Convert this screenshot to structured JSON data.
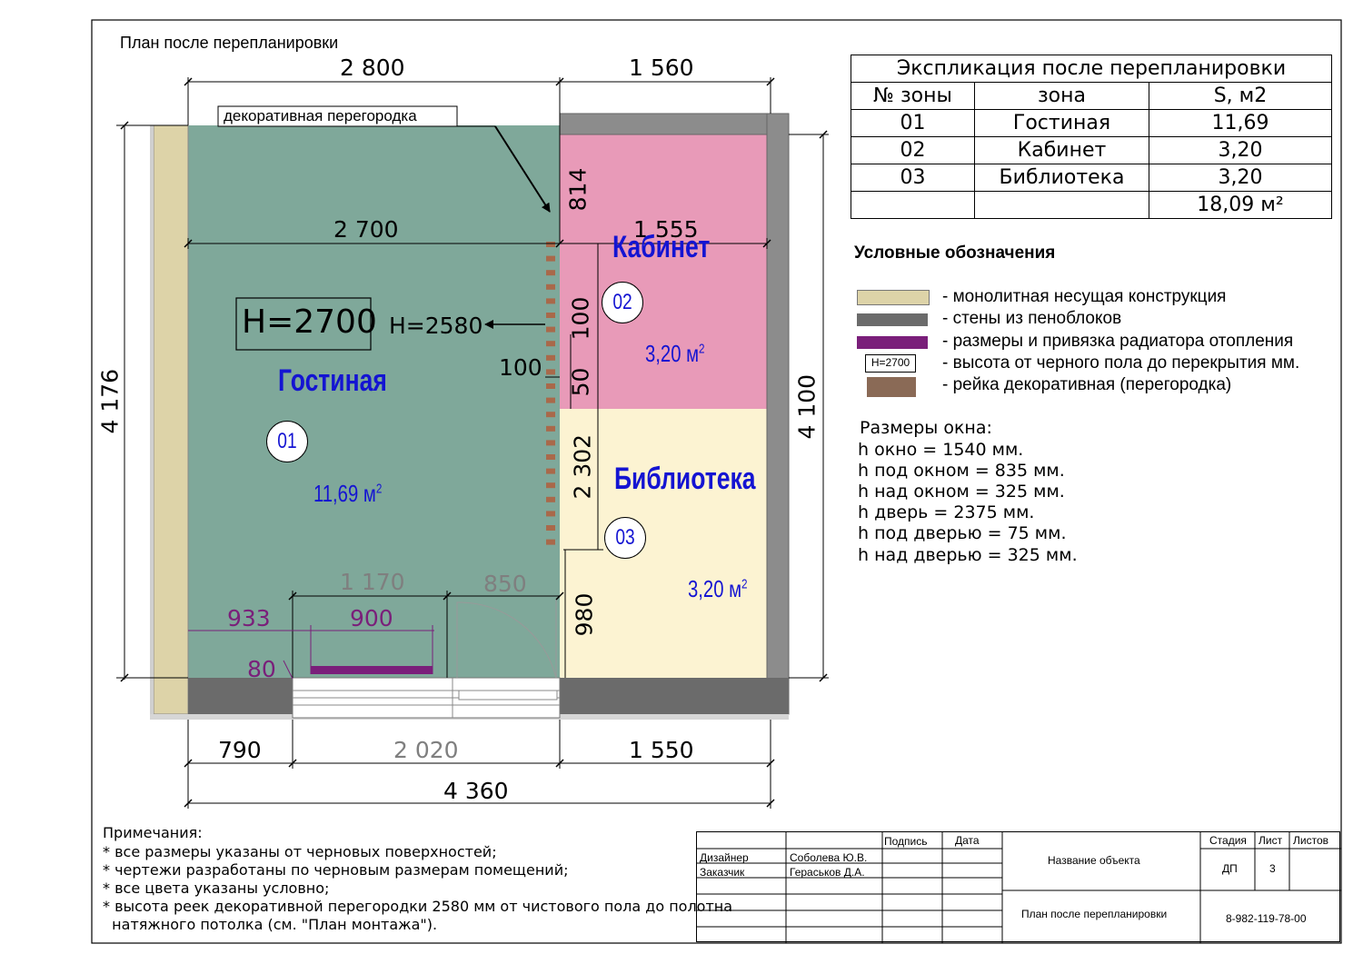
{
  "page_title": "План после перепланировки",
  "callouts": {
    "partition": "декоративная перегородка",
    "h_main": "H=2700",
    "h_partition": "H=2580"
  },
  "rooms": [
    {
      "name": "Гостиная",
      "num": "01",
      "area": "11,69 м",
      "area_sup": "2"
    },
    {
      "name": "Кабинет",
      "num": "02",
      "area": "3,20 м",
      "area_sup": "2"
    },
    {
      "name": "Библиотека",
      "num": "03",
      "area": "3,20 м",
      "area_sup": "2"
    }
  ],
  "dimensions": {
    "top_left": "2 800",
    "top_right": "1 560",
    "inner_width": "2 700",
    "cabinet_width": "1 555",
    "left_height": "4 176",
    "right_height": "4 100",
    "d814": "814",
    "d100a": "100",
    "d100b": "100",
    "d50": "50",
    "d2302": "2 302",
    "d980": "980",
    "d1170": "1 170",
    "d850": "850",
    "d933": "933",
    "d900": "900",
    "d80": "80",
    "bottom_790": "790",
    "bottom_2020": "2 020",
    "bottom_1550": "1 550",
    "bottom_total": "4 360"
  },
  "explication": {
    "title": "Экспликация после перепланировки",
    "headers": [
      "№ зоны",
      "зона",
      "S, м2"
    ],
    "rows": [
      [
        "01",
        "Гостиная",
        "11,69"
      ],
      [
        "02",
        "Кабинет",
        "3,20"
      ],
      [
        "03",
        "Библиотека",
        "3,20"
      ]
    ],
    "total": "18,09 м²"
  },
  "legend": {
    "title": "Условные обозначения",
    "sample_label": "H=2700",
    "items": [
      {
        "label": "- монолитная несущая конструкция",
        "color": "#ddd3a8"
      },
      {
        "label": "- стены из пеноблоков",
        "color": "#6b6b6b"
      },
      {
        "label": "- размеры и привязка радиатора отопления",
        "color": "#7a1f7a"
      },
      {
        "label": "- высота от черного пола до перекрытия мм.",
        "color": "#ffffff"
      },
      {
        "label": "- рейка декоративная (перегородка)",
        "color": "#8a6a56"
      }
    ]
  },
  "window_sizes": [
    "Размеры окна:",
    "h окно = 1540 мм.",
    "h под окном = 835 мм.",
    "h над окном = 325 мм.",
    "h дверь = 2375 мм.",
    "h под дверью = 75 мм.",
    "h над дверью = 325 мм."
  ],
  "notes": [
    "Примечания:",
    "* все размеры указаны от черновых поверхностей;",
    "* чертежи разработаны по черновым размерам помещений;",
    "* все цвета указаны условно;",
    "* высота реек декоративной перегородки 2580 мм от чистового пола до полотна",
    "  натяжного потолка (см. \"План монтажа\")."
  ],
  "stamp": {
    "podpis": "Подпись",
    "data": "Дата",
    "designer_label": "Дизайнер",
    "designer": "Соболева Ю.В.",
    "customer_label": "Заказчик",
    "customer": "Гераськов Д.А.",
    "object_name": "Название объекта",
    "sheet_title": "План после перепланировки",
    "stage_label": "Стадия",
    "sheet_label": "Лист",
    "sheets_label": "Листов",
    "stage": "ДП",
    "sheet": "3",
    "code": "8-982-119-78-00"
  },
  "colors": {
    "living": "#7fa89a",
    "cabinet": "#e89ab8",
    "library": "#fcf3d2",
    "monolith": "#ddd3a8",
    "foam_wall": "#6b6b6b",
    "radiator": "#7a1f7a",
    "room_text": "#1414d2",
    "slat": "#a9694a"
  }
}
